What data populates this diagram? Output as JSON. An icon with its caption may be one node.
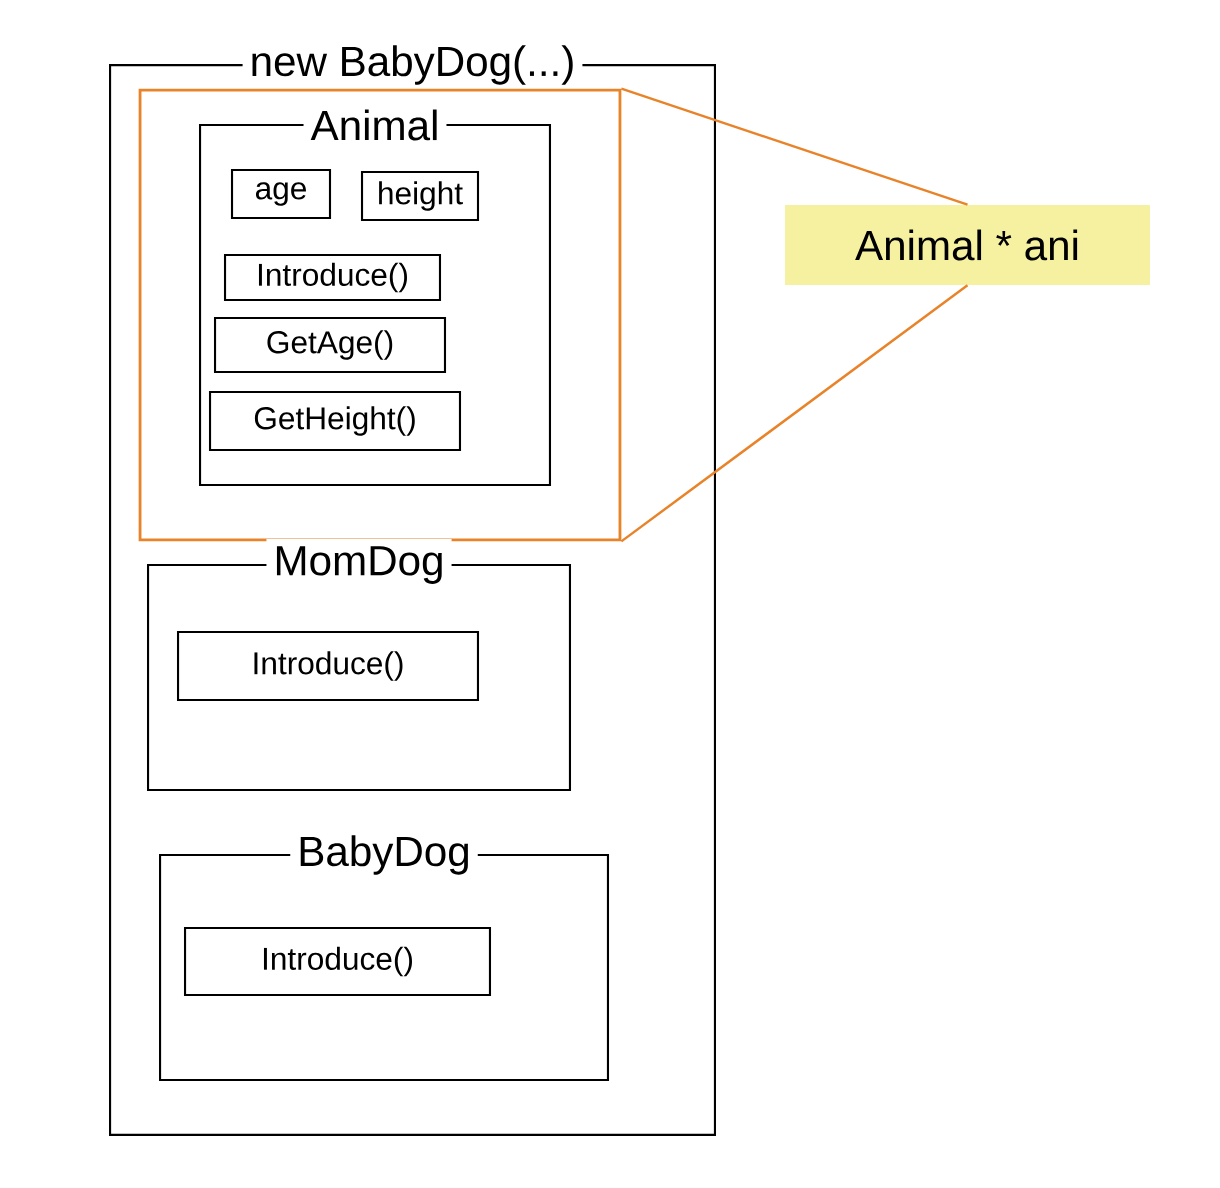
{
  "diagram": {
    "nodes": [
      {
        "text": [
          "new BabyDog(...)"
        ]
      },
      {
        "text": [],
        "shape": "box",
        "in": 0
      },
      {
        "text": [
          "Animal"
        ],
        "in": 1
      },
      {
        "text": [
          "age"
        ],
        "in": 2
      },
      {
        "text": [
          "height"
        ],
        "in": 2
      },
      {
        "text": [
          "Introduce()"
        ],
        "in": 2
      },
      {
        "text": [
          "GetAge()"
        ],
        "in": 2
      },
      {
        "text": [
          "GetHeight()"
        ],
        "in": 2
      },
      {
        "text": [
          "MomDog"
        ],
        "in": 0
      },
      {
        "text": [
          "Introduce()"
        ],
        "in": 8
      },
      {
        "text": [
          "BabyDog"
        ],
        "in": 0
      },
      {
        "text": [
          "Introduce()"
        ],
        "in": 10
      },
      {
        "text": [
          "Animal * ani"
        ]
      }
    ],
    "edges": [
      {
        "from": 12,
        "to": 1,
        "arrow": "none"
      },
      {
        "from": 12,
        "to": 1,
        "arrow": "none"
      }
    ]
  }
}
